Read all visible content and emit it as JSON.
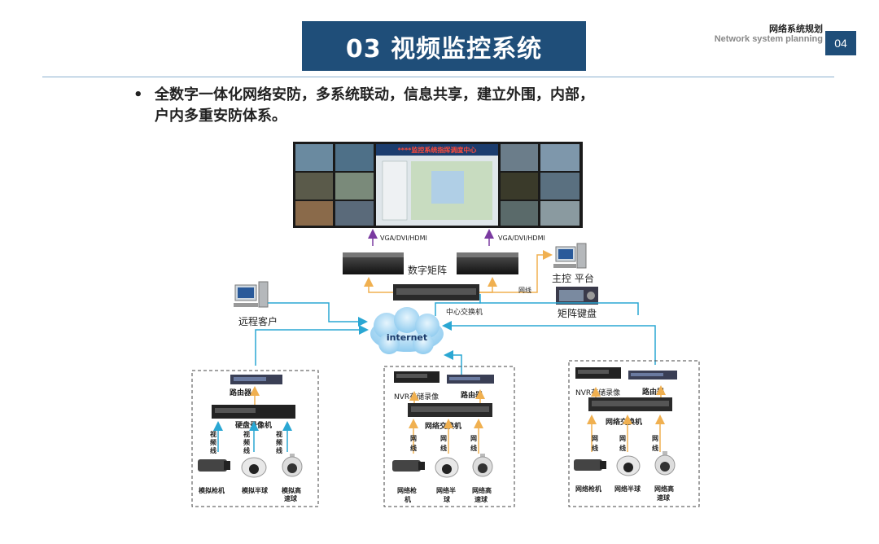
{
  "header": {
    "title": "03 视频监控系统",
    "section_zh": "网络系统规划",
    "section_en": "Network system planning",
    "page_number": "04"
  },
  "bullet": {
    "line1": "全数字一体化网络安防，多系统联动，信息共享，建立外围，内部，",
    "line2": "户内多重安防体系。"
  },
  "diagram": {
    "screen_banner": "****监控系统指挥调度中心",
    "vga_left": "VGA/DVI/HDMI",
    "vga_right": "VGA/DVI/HDMI",
    "matrix": "数字矩阵",
    "main_console": "主控 平台",
    "net_line": "网线",
    "core_switch": "中心交换机",
    "matrix_keyboard": "矩阵键盘",
    "remote_client": "远程客户",
    "internet": "internet",
    "left": {
      "router": "路由器",
      "dvr": "硬盘录像机",
      "video_line": "视\n频\n线",
      "cam1": "模拟枪机",
      "cam2": "模拟半球",
      "cam3": "模拟高\n速球"
    },
    "middle": {
      "nvr": "NVR存储录像",
      "router": "路由器",
      "switch": "网络交换机",
      "net_line": "网\n线",
      "cam1": "网络枪\n机",
      "cam2": "网络半\n球",
      "cam3": "网络高\n速球"
    },
    "right": {
      "nvr": "NVR存储录像",
      "router": "路由器",
      "switch": "网络交换机",
      "net_line": "网\n线",
      "cam1": "网络枪机",
      "cam2": "网络半球",
      "cam3": "网络高\n速球"
    },
    "colors": {
      "blue_line": "#2aa7d3",
      "orange_line": "#f0b050",
      "purple_line": "#7a3aa0",
      "title_bg": "#1f4e79"
    }
  }
}
